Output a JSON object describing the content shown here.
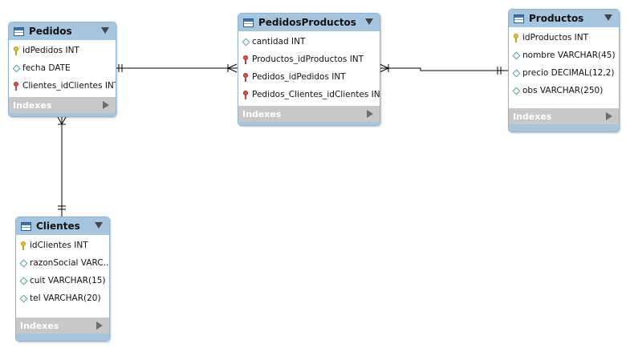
{
  "entities": {
    "pedidos": {
      "title": "Pedidos",
      "columns": [
        {
          "kind": "key",
          "text": "idPedidos INT"
        },
        {
          "kind": "attr",
          "text": "fecha DATE"
        },
        {
          "kind": "fk",
          "text": "Clientes_idClientes INT"
        }
      ],
      "indexes": "Indexes"
    },
    "pedidosproductos": {
      "title": "PedidosProductos",
      "columns": [
        {
          "kind": "attr",
          "text": "cantidad INT"
        },
        {
          "kind": "fk",
          "text": "Productos_idProductos INT"
        },
        {
          "kind": "fk",
          "text": "Pedidos_idPedidos INT"
        },
        {
          "kind": "fk",
          "text": "Pedidos_Clientes_idClientes INT"
        }
      ],
      "indexes": "Indexes"
    },
    "productos": {
      "title": "Productos",
      "columns": [
        {
          "kind": "key",
          "text": "idProductos INT"
        },
        {
          "kind": "attr",
          "text": "nombre VARCHAR(45)"
        },
        {
          "kind": "attr",
          "text": "precio DECIMAL(12,2)"
        },
        {
          "kind": "attr",
          "text": "obs VARCHAR(250)"
        }
      ],
      "indexes": "Indexes"
    },
    "clientes": {
      "title": "Clientes",
      "columns": [
        {
          "kind": "key",
          "text": "idClientes INT"
        },
        {
          "kind": "attr",
          "text": "razonSocial VARC..."
        },
        {
          "kind": "attr",
          "text": "cuit VARCHAR(15)"
        },
        {
          "kind": "attr",
          "text": "tel VARCHAR(20)"
        }
      ],
      "indexes": "Indexes"
    }
  },
  "colors": {
    "header": "#a6c6df",
    "border": "#8fb3cf",
    "indexes_bar": "#c8c8c8",
    "line": "#000000"
  }
}
